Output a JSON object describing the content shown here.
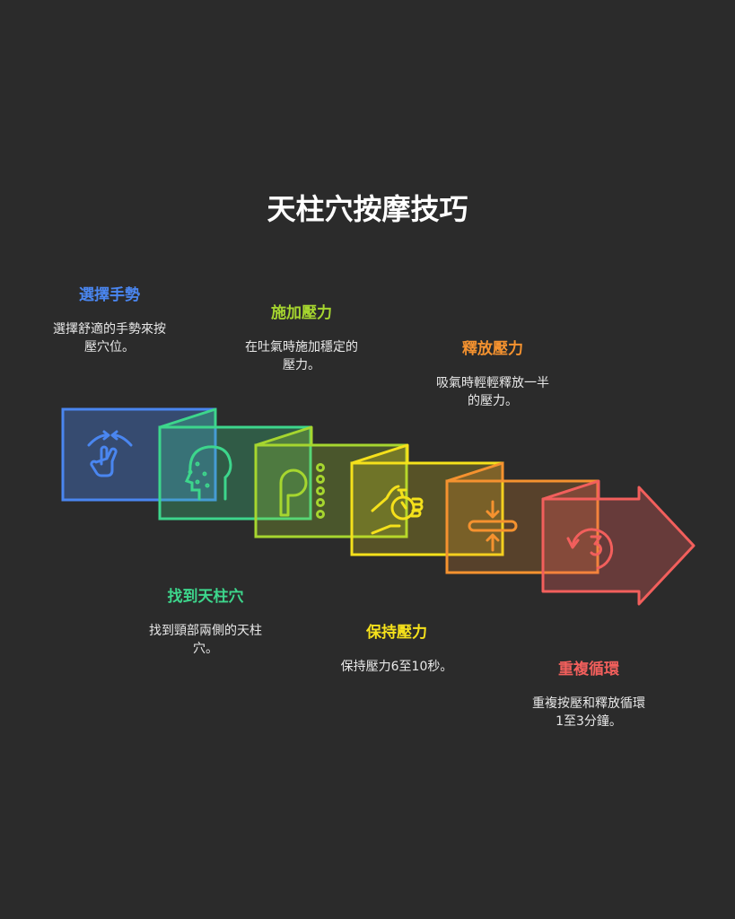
{
  "title": "天柱穴按摩技巧",
  "colors": {
    "background": "#2b2b2b",
    "blue": "#4a86f0",
    "green": "#3dd68c",
    "lime": "#a6d62f",
    "yellow": "#f5e11b",
    "orange": "#f5922f",
    "red": "#f25f5c"
  },
  "steps": [
    {
      "title": "選擇手勢",
      "desc_lines": [
        "選擇舒適的手勢來按",
        "壓穴位。"
      ],
      "icon": "pinch-gesture-icon",
      "color": "#4a86f0"
    },
    {
      "title": "找到天柱穴",
      "desc_lines": [
        "找到頸部兩側的天柱",
        "穴。"
      ],
      "icon": "head-acupoints-icon",
      "color": "#3dd68c"
    },
    {
      "title": "施加壓力",
      "desc_lines": [
        "在吐氣時施加穩定的",
        "壓力。"
      ],
      "icon": "pressure-points-icon",
      "color": "#a6d62f"
    },
    {
      "title": "保持壓力",
      "desc_lines": [
        "保持壓力6至10秒。"
      ],
      "icon": "hand-timer-icon",
      "color": "#f5e11b"
    },
    {
      "title": "釋放壓力",
      "desc_lines": [
        "吸氣時輕輕釋放一半",
        "的壓力。"
      ],
      "icon": "compress-icon",
      "color": "#f5922f"
    },
    {
      "title": "重複循環",
      "desc_lines": [
        "重複按壓和釋放循環",
        "1至3分鐘。"
      ],
      "icon": "repeat-three-icon",
      "color": "#f25f5c"
    }
  ]
}
